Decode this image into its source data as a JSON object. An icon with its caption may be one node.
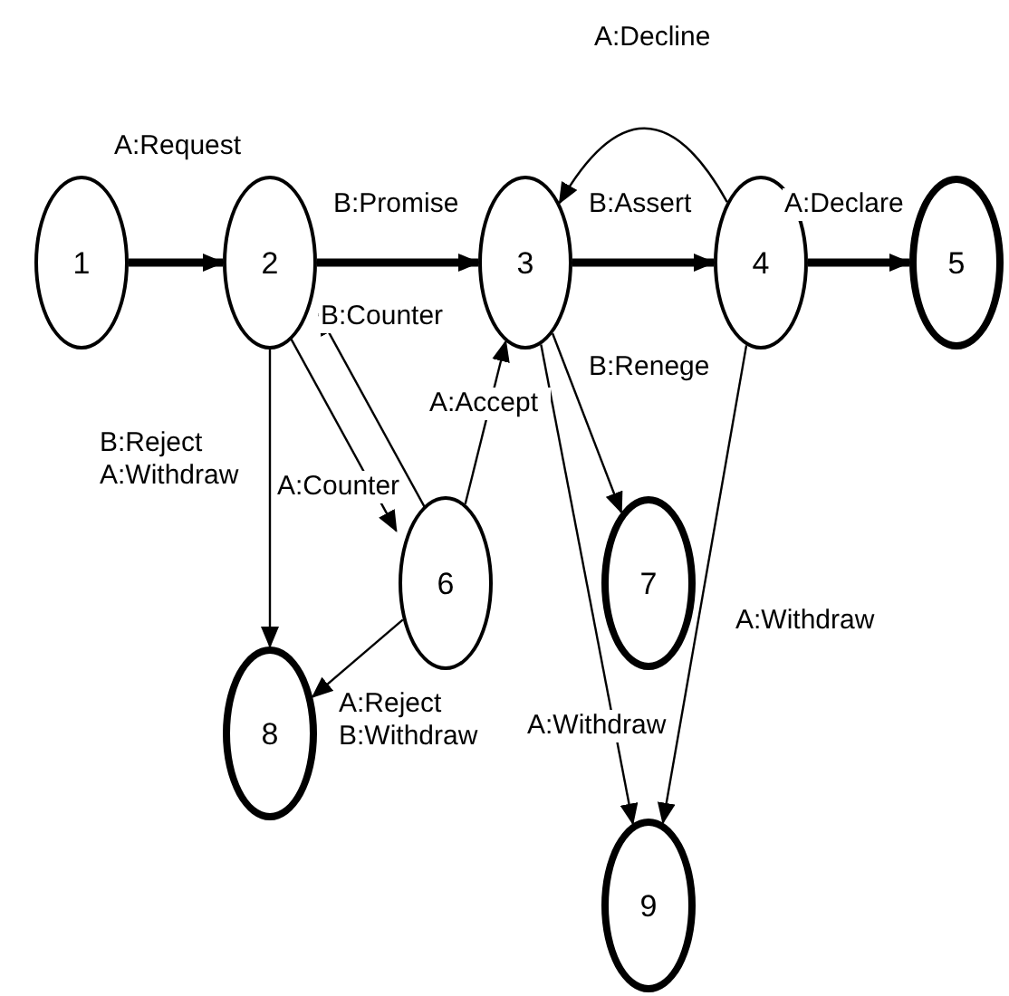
{
  "diagram": {
    "nodes": [
      {
        "text": [
          "1"
        ]
      },
      {
        "text": [
          "2"
        ]
      },
      {
        "text": [
          "3"
        ]
      },
      {
        "text": [
          "4"
        ]
      },
      {
        "text": [
          "5"
        ]
      },
      {
        "text": [
          "6"
        ]
      },
      {
        "text": [
          "7"
        ]
      },
      {
        "text": [
          "8"
        ]
      },
      {
        "text": [
          "9"
        ]
      }
    ],
    "edges": [
      {
        "from": 0,
        "to": 1,
        "arrow": "to",
        "label": "A:Request",
        "style": "thick"
      },
      {
        "from": 1,
        "to": 2,
        "arrow": "to",
        "label": "B:Promise",
        "style": "thick"
      },
      {
        "from": 2,
        "to": 3,
        "arrow": "to",
        "label": "B:Assert",
        "style": "thick"
      },
      {
        "from": 3,
        "to": 4,
        "arrow": "to",
        "label": "A:Declare",
        "style": "thick"
      },
      {
        "from": 3,
        "to": 2,
        "arrow": "to",
        "label": "A:Decline"
      },
      {
        "from": 1,
        "to": 5,
        "arrow": "to",
        "label": "B:Counter"
      },
      {
        "from": 5,
        "to": 1,
        "arrow": "to",
        "label": "A:Counter"
      },
      {
        "from": 5,
        "to": 2,
        "arrow": "to",
        "label": "A:Accept"
      },
      {
        "from": 2,
        "to": 6,
        "arrow": "to",
        "label": "B:Renege"
      },
      {
        "from": 1,
        "to": 7,
        "arrow": "to",
        "label": "B:Reject A:Withdraw"
      },
      {
        "from": 5,
        "to": 7,
        "arrow": "to",
        "label": "A:Reject B:Withdraw"
      },
      {
        "from": 2,
        "to": 8,
        "arrow": "to",
        "label": "A:Withdraw"
      },
      {
        "from": 3,
        "to": 8,
        "arrow": "to",
        "label": "A:Withdraw"
      }
    ]
  }
}
